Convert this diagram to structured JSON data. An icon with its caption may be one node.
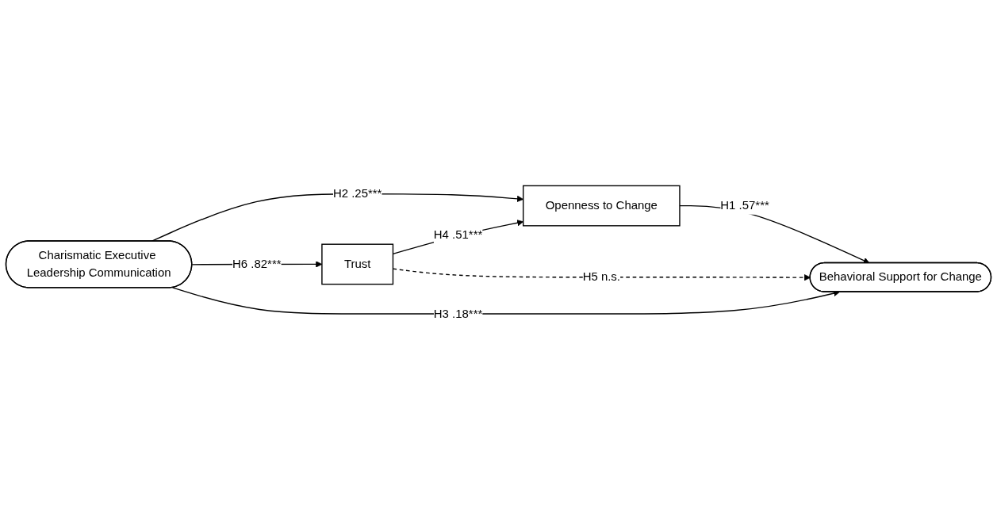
{
  "diagram": {
    "nodes": [
      {
        "text": [
          "Charismatic Executive Leadership Communication"
        ]
      },
      {
        "text": [
          "Trust"
        ]
      },
      {
        "text": [
          "Openness to Change"
        ]
      },
      {
        "text": [
          "Behavioral Support for Change"
        ]
      }
    ],
    "edges": [
      {
        "from": 0,
        "to": 2,
        "arrow": "to",
        "label": "H2 .25***"
      },
      {
        "from": 0,
        "to": 1,
        "arrow": "to",
        "label": "H6 .82***"
      },
      {
        "from": 1,
        "to": 2,
        "arrow": "to",
        "label": "H4 .51***"
      },
      {
        "from": 2,
        "to": 3,
        "arrow": "to",
        "label": "H1 .57***"
      },
      {
        "from": 1,
        "to": 3,
        "arrow": "to",
        "label": "H5 n.s.",
        "style": "dashed"
      },
      {
        "from": 0,
        "to": 3,
        "arrow": "to",
        "label": "H3 .18***"
      }
    ]
  }
}
